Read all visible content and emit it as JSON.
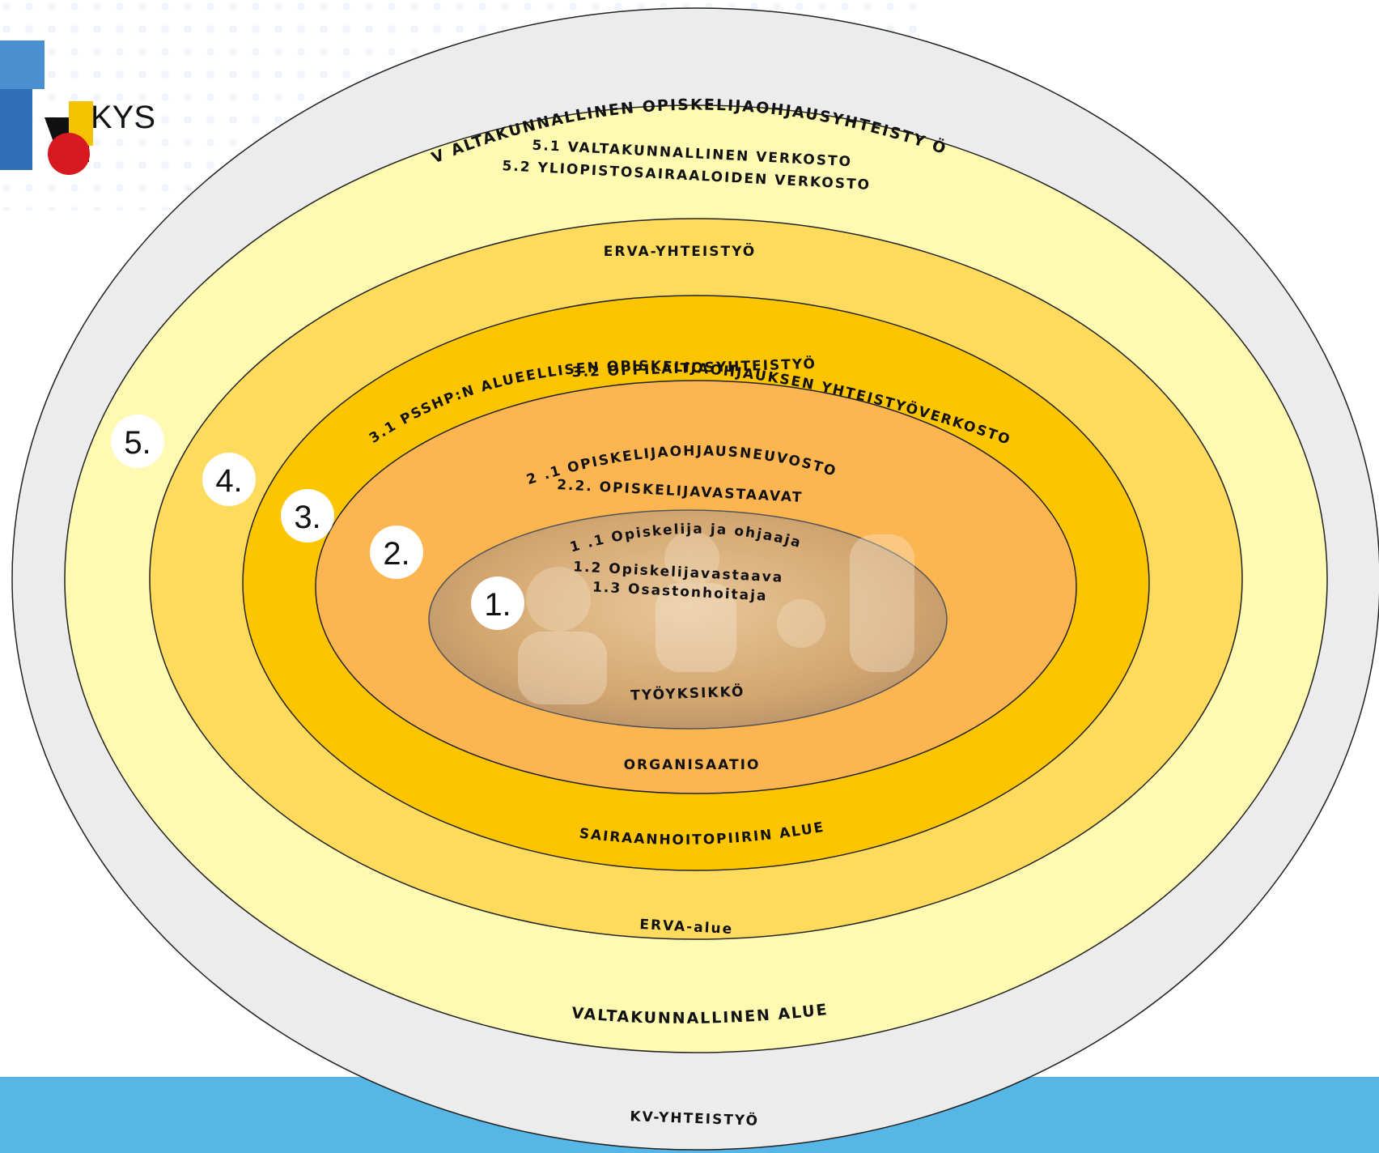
{
  "logo": {
    "text": "KYS"
  },
  "colors": {
    "ring5": "#ececec",
    "ring4": "#fefab2",
    "ring3": "#fedb5d",
    "ring2": "#fdc400",
    "ring1": "#fcb551",
    "core": "#d9b07a",
    "band": "#56b6e6"
  },
  "rings": {
    "r5": {
      "top": "V ALTAKUNNALLINEN OPISKELIJAOHJAUSYHTEISTY Ö",
      "sub1": "5.1 VALTAKUNNALLINEN VERKOSTO",
      "sub2": "5.2 YLIOPISTOSAIRAALOIDEN VERKOSTO",
      "bottom": "VALTAKUNNALLINEN ALUE"
    },
    "r4": {
      "top": "ERVA-YHTEISTYÖ",
      "bottom": "ERVA-alue"
    },
    "r3": {
      "top": "3.1 PSSHP:N ALUEELLISEN OPISKELIJAOHJAUKSEN YHTEISTYÖVERKOSTO",
      "sub": "3.2 OPPILAITOSYHTEISTYÖ",
      "bottom": "SAIRAANHOITOPIIRIN ALUE"
    },
    "r2": {
      "top1": "2 .1 OPISKELIJAOHJAUSNEUVOSTO",
      "top2": "2.2. OPISKELIJAVASTAAVAT",
      "bottom": "ORGANISAATIO"
    },
    "r1": {
      "l1": "1 .1 Opiskelija ja ohjaaja",
      "l2": "1.2 Opiskelijavastaava",
      "l3": "1.3 Osastonhoitaja",
      "bottom": "TYÖYKSIKKÖ"
    }
  },
  "outer_bottom": "KV-YHTEISTYÖ",
  "markers": [
    "1.",
    "2.",
    "3.",
    "4.",
    "5."
  ]
}
